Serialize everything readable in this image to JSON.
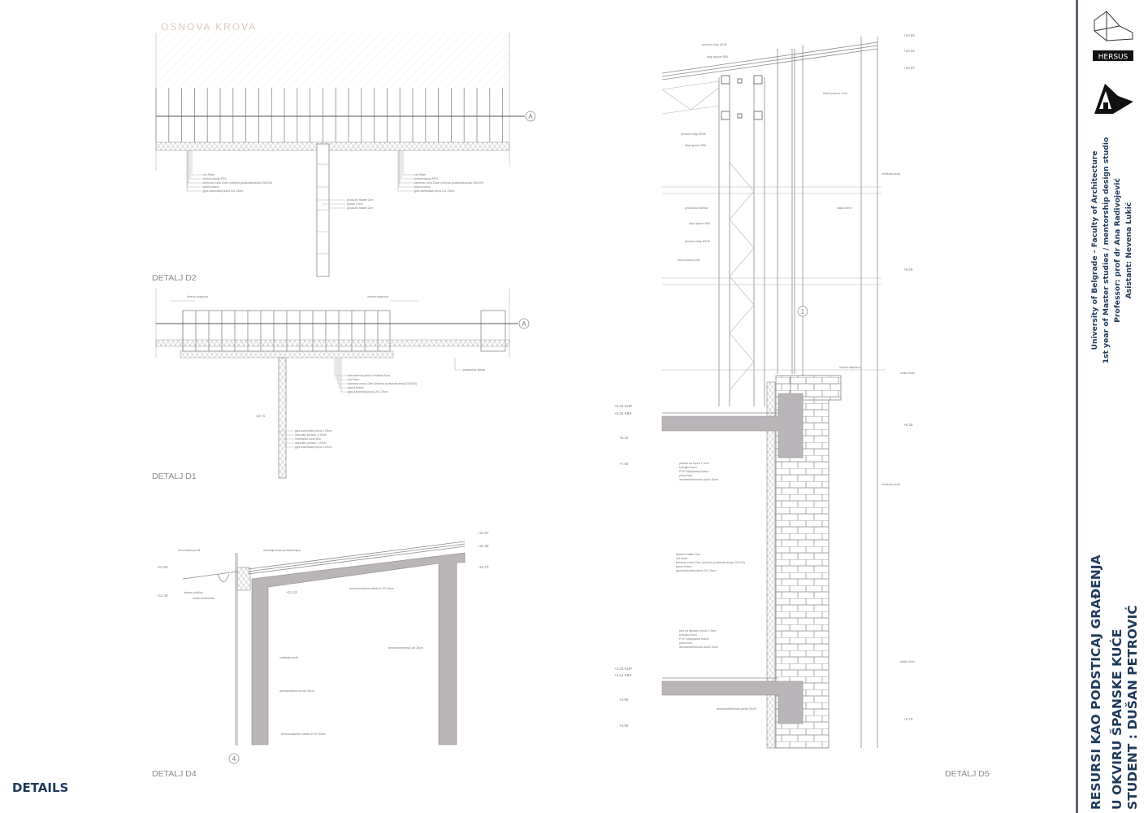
{
  "sheet": {
    "section_label": "DETAILS",
    "roof_plan_label": "OSNOVA KROVA"
  },
  "details": {
    "d2": {
      "label": "DETALJ D2",
      "axis": "A",
      "annotations_left": [
        "zid 59cm",
        "hidroizolacija FPO",
        "kamena vuna 10cm (čelična podkonstrukcija CW100)",
        "parna brana",
        "gips-kartonska ploča 2x1.25cm"
      ],
      "annotations_right": [
        "zid 59cm",
        "hidroizolacija FPO",
        "kamena vuna 10cm (čelična podkonstrukcija CW100)",
        "parna brana",
        "gips-kartonska ploča 2x1.25cm"
      ],
      "annotations_wall": [
        "produžni malter 2cm",
        "opeka 12cm",
        "produžni malter 2cm"
      ]
    },
    "d1": {
      "label": "DETALJ D1",
      "axis": "A",
      "annotations_top": [
        "limena okapnica",
        "limena okapnica"
      ],
      "annotations_mid": [
        "dekorativna ploča u malteru 6cm",
        "zid 59cm",
        "kamena vuna 10cm (čelična podkonstrukcija CW100)",
        "parna brana",
        "gips-kartonska ploča 2x1.25cm"
      ],
      "annotations_wall": [
        "gips-kartonska ploča 1.25cm",
        "vazdušni prostor 1.25cm",
        "mineralna vuna 5cm",
        "vazdušni prostor 1.25cm",
        "gips-kartonska ploča 1.25cm"
      ],
      "parapet": "parapetna daska",
      "cw": "CW 75"
    },
    "d4": {
      "label": "DETALJ D4",
      "axis": "4",
      "levels": [
        "+11.97",
        "+11.92",
        "+11.72",
        "+11.50",
        "+11.40",
        "+11.43"
      ],
      "annotations": [
        "horizontalni profil",
        "aluminijumska podrivna lajsa",
        "limena vodilica",
        "oluka horizontala",
        "termoizolaciono staklo 6+22+6mm",
        "vertikalni profil",
        "armiranobetonski zid 30cm",
        "armiranobetonski zid 30cm",
        "termoizolaciono staklo 6+22+6mm"
      ]
    },
    "d5": {
      "label": "DETALJ D5",
      "axis": "1",
      "levels": [
        "+13.60",
        "+13.42",
        "+13.37",
        "+9.00",
        "+6.40 KOP",
        "+6.32 KBK",
        "+6.15",
        "+7.00",
        "+6.33",
        "+4.20 KOP",
        "+4.12 KBK",
        "+3.96",
        "+3.58",
        "+3.79"
      ],
      "annotations": [
        "primarni štap Ø108",
        "štap ispune Ø50",
        "primarni štap Ø108",
        "štap ispune Ø50",
        "prostorna rešetka",
        "štap ispune Ø50",
        "primarni štap Ø108",
        "horizontalni profil",
        "limeni pokrov 1mm",
        "vertikalni profil",
        "staklo 6mm",
        "limena okapnica",
        "staklo 6mm",
        "vertikalni profil",
        "staklo 6mm",
        "pločice na lepku 1.5cm",
        "košuljica 5cm",
        "PVC folija/parna brana",
        "ploča 5cm",
        "armiranobetonska ploča 15cm",
        "fasadni malter 2cm",
        "zid 44cm",
        "kamena vuna 10cm (čelična podkonstrukcija CW100)",
        "parna brana",
        "gips-kartonska ploča 2x1.25cm",
        "pod od lijevane smole 1.5cm",
        "košuljica 5cm",
        "PVC folija/parna brana",
        "ploča 5cm",
        "armiranobetonska ploča 15cm",
        "armiranobetonska greda 50/45"
      ]
    }
  },
  "sidebar": {
    "logo_text": "HERSUS",
    "university": "University of Belgrade - Faculty of Architecture",
    "program": "1st year of Master studies / mentorship design studio",
    "professor": "Professor: prof dr Ana Radivojević",
    "assistant": "Asistant: Nevena Lukić",
    "title_line1": "RESURSI KAO PODSTICAJ GRAĐENJA",
    "title_line2": "U OKVIRU ŠPANSKE KUĆE",
    "student": "STUDENT : DUŠAN PETROVIĆ"
  },
  "colors": {
    "text_accent": "#1f3a5a",
    "concrete_fill": "#bab5b9",
    "line": "#8a8a8a"
  }
}
